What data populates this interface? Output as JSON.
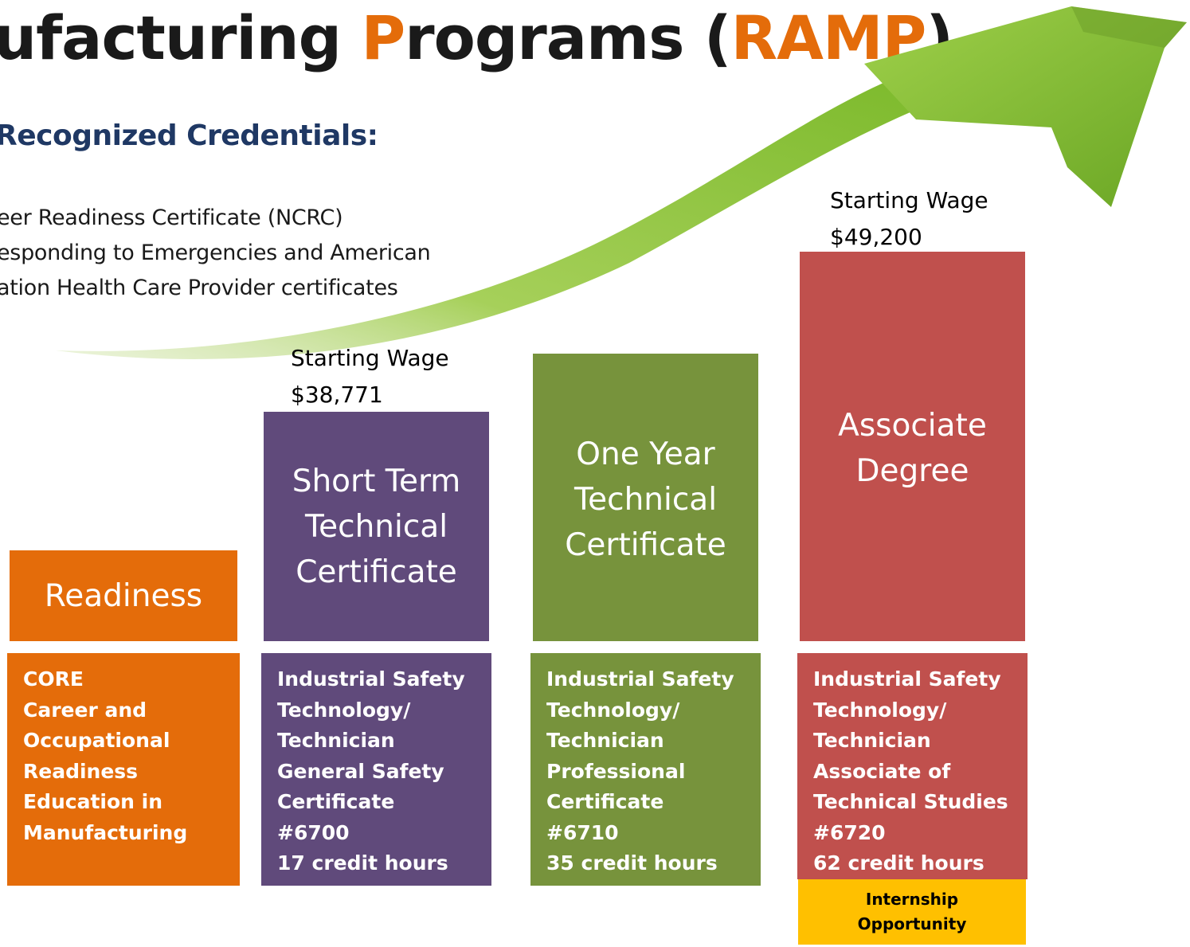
{
  "header": {
    "title_part1": "ufacturing ",
    "title_part2": "P",
    "title_part3": "rograms (",
    "title_part4": "RAMP",
    "title_part5": ")",
    "subtitle": "Recognized Credentials:"
  },
  "credentials": [
    "eer Readiness Certificate (NCRC)",
    "esponding to Emergencies and American",
    "ation Health Care Provider certificates"
  ],
  "steps": [
    {
      "label": "Readiness",
      "wage_label": "",
      "wage_value": "",
      "details": [
        "CORE",
        "Career and",
        "Occupational",
        "Readiness",
        "Education in",
        "Manufacturing"
      ]
    },
    {
      "label": "Short Term Technical Certificate",
      "wage_label": "Starting Wage",
      "wage_value": "$38,771",
      "details": [
        "Industrial Safety",
        "Technology/",
        "Technician",
        "General Safety",
        "Certificate",
        "#6700",
        "17 credit hours"
      ]
    },
    {
      "label": "One Year Technical Certificate",
      "wage_label": "",
      "wage_value": "",
      "details": [
        "Industrial Safety",
        "Technology/",
        "Technician",
        "Professional",
        "Certificate",
        "#6710",
        "35 credit hours"
      ]
    },
    {
      "label": "Associate Degree",
      "wage_label": "Starting Wage",
      "wage_value": "$49,200",
      "details": [
        "Industrial Safety",
        "Technology/",
        "Technician",
        "Associate of",
        "Technical Studies",
        "#6720",
        "62 credit hours"
      ]
    }
  ],
  "internship": {
    "line1": "Internship",
    "line2": "Opportunity"
  },
  "colors": {
    "orange": "#e46c0a",
    "purple": "#604a7b",
    "green": "#77933c",
    "red": "#c0504d",
    "gold": "#ffc000",
    "arrow": "#8cc63f"
  },
  "decor": {
    "arrow_icon": "upward-growth-arrow-icon"
  }
}
